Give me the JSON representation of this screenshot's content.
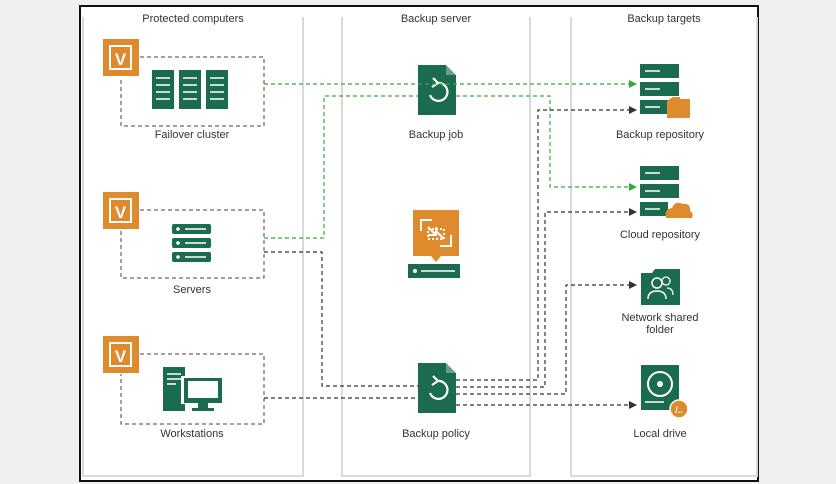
{
  "columns": {
    "protected": "Protected computers",
    "server": "Backup server",
    "targets": "Backup targets"
  },
  "nodes": {
    "failover": "Failover cluster",
    "servers": "Servers",
    "workstations": "Workstations",
    "backup_job": "Backup job",
    "backup_policy": "Backup policy",
    "repo": "Backup repository",
    "cloud": "Cloud repository",
    "share_line1": "Network shared",
    "share_line2": "folder",
    "local": "Local drive"
  },
  "colors": {
    "green": "#1a6b4f",
    "orange": "#e08a2e",
    "green_dash": "#2fae3a",
    "dark_dash": "#333333"
  }
}
